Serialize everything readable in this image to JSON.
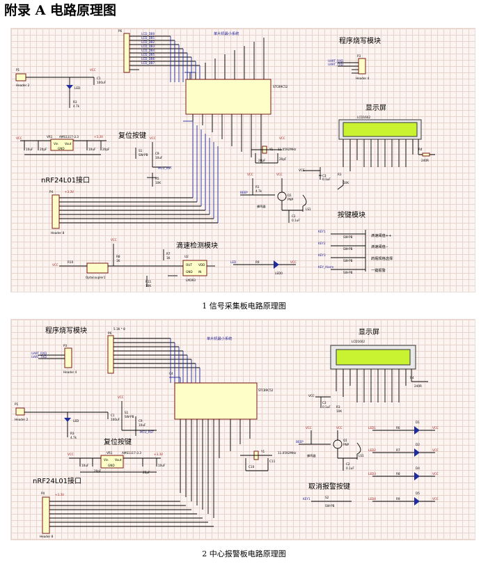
{
  "heading": "附录 A  电路原理图",
  "figure1": {
    "caption": "1 信号采集板电路原理图",
    "mcu_module": "单片机最小系统",
    "prog_module": "程序烧写模块",
    "display": "显示屏",
    "reset": "复位按键",
    "rf": "nRF24L01接口",
    "drip": "滴速检测模块",
    "keys": "按键模块",
    "key_labels": [
      "滴速阈值++",
      "滴速阈值--",
      "药瓶规格选择",
      "一键报警"
    ],
    "buzzer": "蜂鸣器",
    "mcu_part": "STC89C52",
    "lcd_part": "LCD1602",
    "regulator": "AMS1117-3.3",
    "crystal": "11.0592MHz",
    "comparator": "LM393",
    "optocoupler": "Optocoupler1",
    "lcd_bus": [
      "LCD_DB0",
      "LCD_DB1",
      "LCD_DB2",
      "LCD_DB3",
      "LCD_DB4",
      "LCD_DB5",
      "LCD_DB6",
      "LCD_DB7"
    ],
    "key_nets": [
      "KEY1",
      "KEY2",
      "KEY3",
      "KEY_Alarm"
    ],
    "vcc": "VCC",
    "v33": "+3.3V",
    "led": "LED",
    "header4": "Header 4",
    "header8": "Header 8"
  },
  "figure2": {
    "caption": "2 中心报警板电路原理图",
    "mcu_module": "单片机最小系统",
    "prog_module": "程序烧写模块",
    "display": "显示屏",
    "reset": "复位按键",
    "rf": "nRF24L01接口",
    "cancel": "取消报警按键",
    "buzzer": "蜂鸣器",
    "mcu_part": "STC89C52",
    "lcd_part": "LCD1602",
    "regulator": "AMS1117-3.3",
    "crystal": "11.0592MHz",
    "resistor_net": "5.1K * 8",
    "led_nets": [
      "LED1",
      "LED2",
      "LED3",
      "LED4"
    ],
    "key_net": "KEY1",
    "vcc": "VCC",
    "v33": "+3.3V"
  }
}
